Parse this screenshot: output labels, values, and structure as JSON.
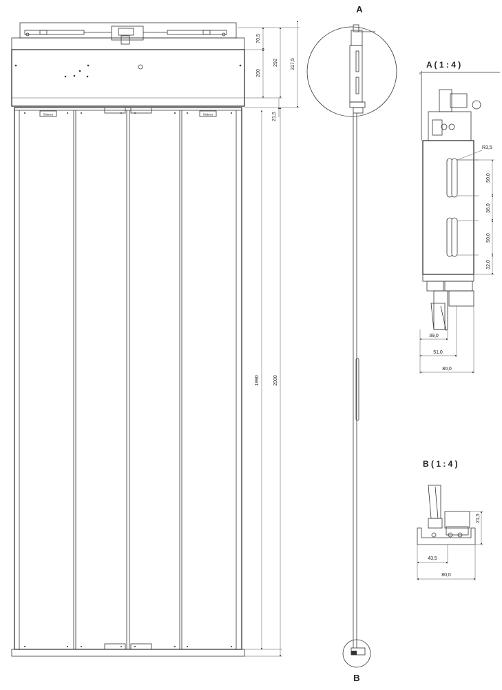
{
  "views": {
    "section_a_letter": "A",
    "section_b_letter": "B",
    "detail_a_title": "A ( 1 : 4 )",
    "detail_b_title": "B ( 1 : 4 )"
  },
  "front_dims": {
    "d70": "70,5",
    "d200": "200",
    "d292": "292",
    "d317": "317,5",
    "d21": "21,5",
    "d1990": "1990",
    "d2000": "2000"
  },
  "door_labels": {
    "left_plate": "Sisteco",
    "right_plate": "Sisteco"
  },
  "detail_a_dims": {
    "r35": "R3,5",
    "d50a": "50,0",
    "d36": "36,0",
    "d50b": "50,0",
    "d32": "32,0",
    "d39": "39,0",
    "d51": "51,0",
    "d80": "80,0"
  },
  "detail_b_dims": {
    "d21": "21,5",
    "d43": "43,5",
    "d80": "80,0"
  }
}
